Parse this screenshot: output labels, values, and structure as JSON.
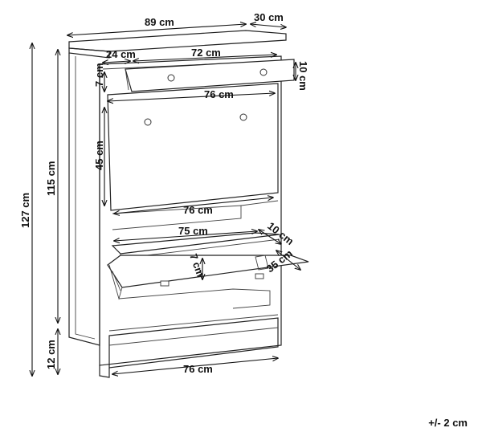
{
  "dimensions": {
    "total_width": "89 cm",
    "depth": "30 cm",
    "top_offset": "24 cm",
    "drawer_width": "72 cm",
    "top_gap": "7 cm",
    "drawer_height": "10 cm",
    "flap_width_top": "76 cm",
    "flap_height": "45 cm",
    "flap_width_bottom": "76 cm",
    "shelf_width": "75 cm",
    "flap_depth_a": "10 cm",
    "flap_inner": "7 cm",
    "flap_depth_b": "35 cm",
    "base_width": "76 cm",
    "total_height": "127 cm",
    "body_height": "115 cm",
    "leg_height": "12 cm"
  },
  "tolerance": "+/- 2 cm"
}
